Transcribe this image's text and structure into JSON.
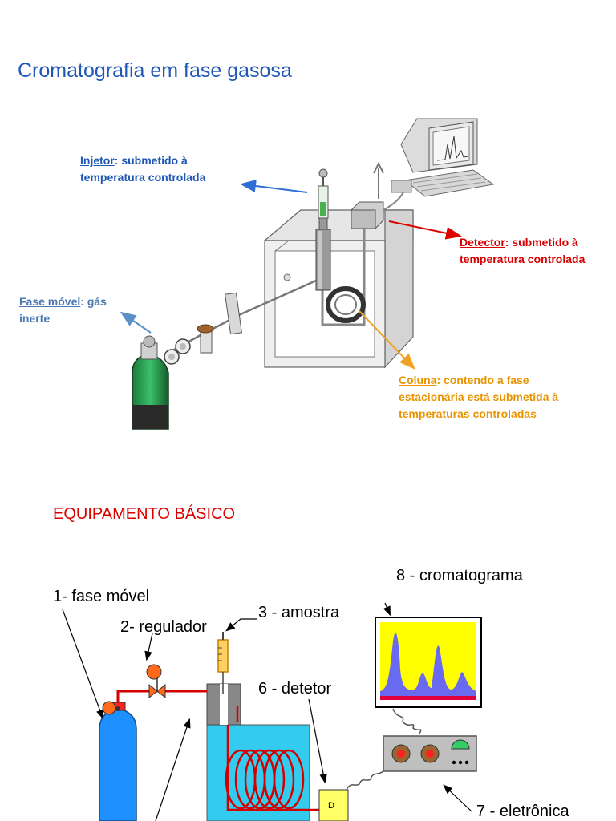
{
  "page": {
    "title": "Cromatografia em fase gasosa",
    "section_title": "EQUIPAMENTO BÁSICO"
  },
  "callouts": {
    "injetor": {
      "term": "Injetor",
      "rest1": ": submetido à",
      "rest2": "temperatura controlada"
    },
    "detector": {
      "term": "Detector",
      "rest1": ": submetido à",
      "rest2": "temperatura controlada"
    },
    "fase_movel": {
      "term": "Fase móvel",
      "rest1": ": gás",
      "rest2": "inerte"
    },
    "coluna": {
      "term": "Coluna",
      "rest1": ": contendo a fase",
      "rest2": "estacionária está submetida à",
      "rest3": "temperaturas controladas"
    }
  },
  "schematic": {
    "labels": {
      "fase_movel": "1- fase móvel",
      "regulador": "2- regulador",
      "amostra": "3 - amostra",
      "detetor": "6 - detetor",
      "eletronica": "7 - eletrônica",
      "cromatograma": "8 - cromatograma"
    },
    "detector_box_letter": "D"
  },
  "colors": {
    "title_blue": "#1f57b6",
    "section_red": "#d90000",
    "injetor_arrow": "#2e6fd6",
    "fase_arrow": "#5b8fc7",
    "detector_arrow": "#e00000",
    "coluna_arrow": "#f0a020",
    "cylinder_blue": "#1e90ff",
    "oven_cyan": "#33ccee",
    "coil_red": "#d40000",
    "chromatogram_yellow": "#ffff00",
    "chromatogram_peaks": "#6a6af0",
    "detector_yellow": "#ffff66"
  }
}
